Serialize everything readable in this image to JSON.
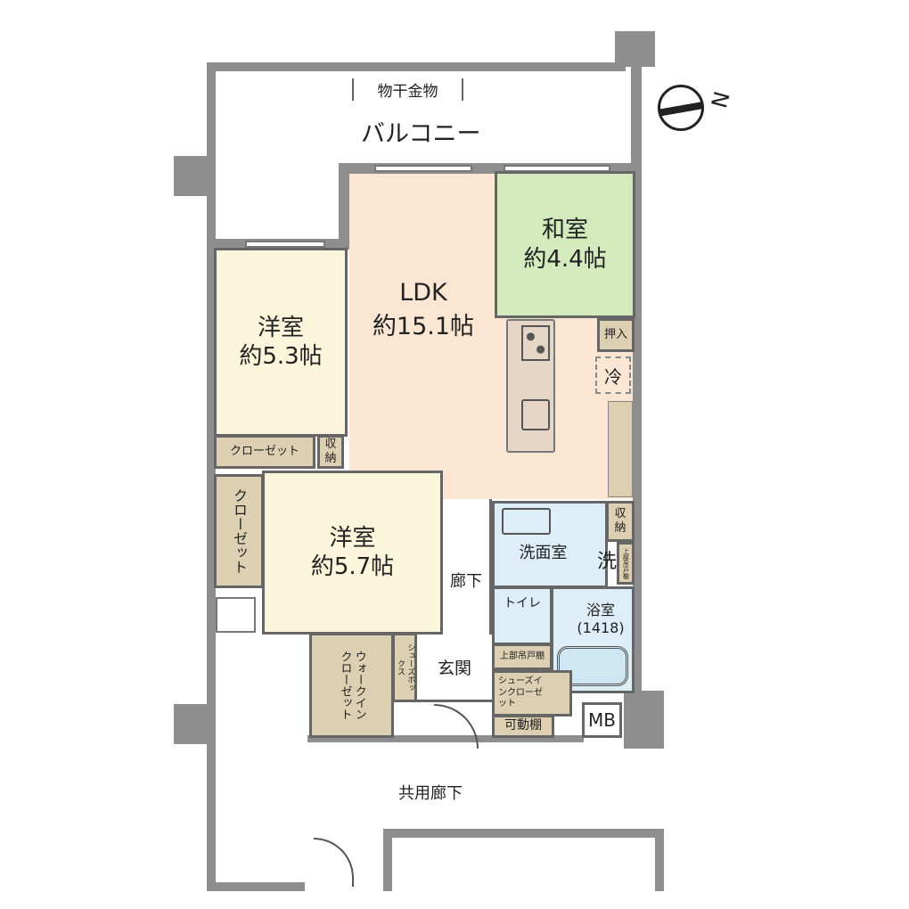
{
  "balcony": {
    "hanger": "物干金物",
    "label": "バルコニー"
  },
  "rooms": {
    "ldk": {
      "name": "LDK",
      "size": "約15.1帖"
    },
    "washitsu": {
      "name": "和室",
      "size": "約4.4帖"
    },
    "yoshitsu1": {
      "name": "洋室",
      "size": "約5.3帖"
    },
    "yoshitsu2": {
      "name": "洋室",
      "size": "約5.7帖"
    },
    "closet1": "クローゼット",
    "storage1": "収納",
    "closet2": "クローゼット",
    "oshiire": "押入",
    "fridge": "冷",
    "hallway": "廊下",
    "washroom": "洗面室",
    "washer": "洗",
    "storage2": "収納",
    "upper_cabinet_wash": "上部吊戸棚",
    "toilet": "トイレ",
    "upper_cabinet_toilet": "上部吊戸棚",
    "bath": {
      "name": "浴室",
      "size": "(1418)"
    },
    "walkin": "ウォークインクローゼット",
    "shoebox": "シューズボックス",
    "entrance": "玄関",
    "shoe_closet": "シューズインクローゼット",
    "shelf": "可動棚",
    "mb": "MB",
    "corridor": "共用廊下"
  },
  "compass": {
    "label": "N"
  },
  "colors": {
    "wall": "#8e8e8e",
    "ldk": "#fbe6d4",
    "yoshitsu": "#fbf5dc",
    "washitsu": "#d3eabd",
    "storage": "#dccfb2",
    "wet": "#ddeef8"
  }
}
